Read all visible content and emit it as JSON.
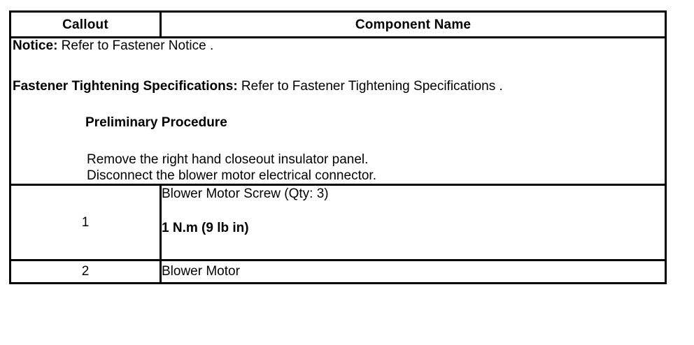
{
  "table": {
    "headers": {
      "callout": "Callout",
      "component_name": "Component Name"
    },
    "notice_block": {
      "notice_label": "Notice:",
      "notice_text": " Refer to Fastener Notice .",
      "fastener_label": "Fastener Tightening Specifications:",
      "fastener_text": " Refer to Fastener Tightening Specifications .",
      "preliminary_heading": "Preliminary Procedure",
      "procedure_steps": [
        "Remove the right hand closeout insulator panel.",
        "Disconnect the blower motor electrical connector."
      ]
    },
    "rows": [
      {
        "callout": "1",
        "component_name": "Blower Motor Screw (Qty: 3)",
        "torque": "1 N.m (9 lb in)"
      },
      {
        "callout": "2",
        "component_name": "Blower Motor",
        "torque": ""
      }
    ]
  }
}
